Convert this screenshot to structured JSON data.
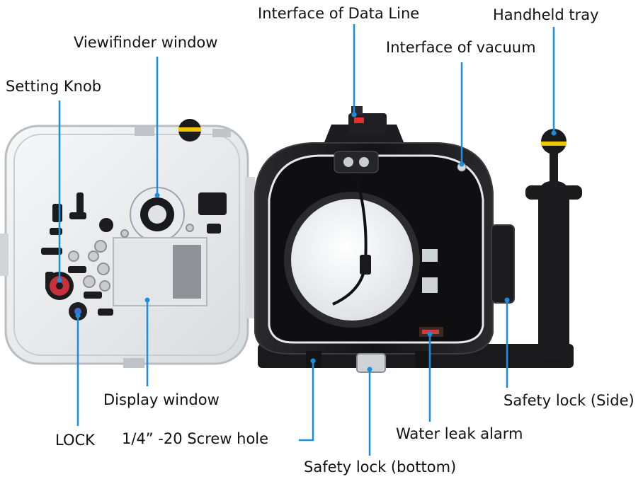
{
  "labels": {
    "interface_data_line": "Interface of Data Line",
    "handheld_tray": "Handheld tray",
    "viewfinder_window": "Viewifinder window",
    "interface_vacuum": "Interface of vacuum",
    "setting_knob": "Setting Knob",
    "display_window": "Display window",
    "safety_lock_side": "Safety lock (Side)",
    "lock": "LOCK",
    "screw_hole": "1/4”  -20 Screw hole",
    "water_leak_alarm": "Water leak alarm",
    "safety_lock_bottom": "Safety lock (bottom)"
  },
  "colors": {
    "leader_line": "#1a8fe0",
    "housing_clear": "#eceef0",
    "housing_black": "#1b1b1d",
    "accent_yellow": "#f2c500",
    "accent_red": "#e03030"
  }
}
